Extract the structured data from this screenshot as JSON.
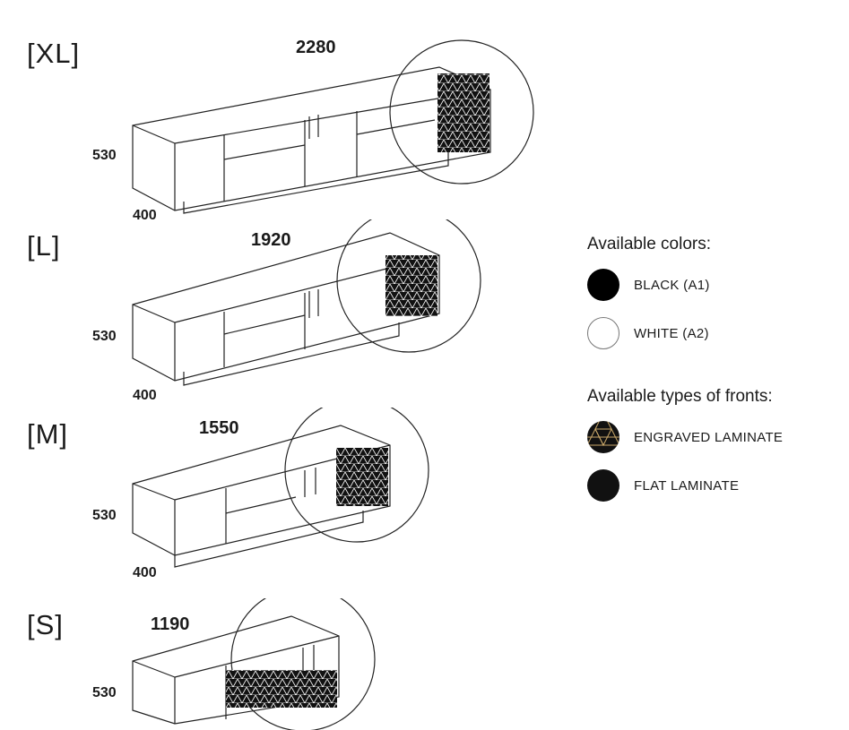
{
  "variants": [
    {
      "size": "[XL]",
      "width": "2280",
      "height": "530",
      "depth": "400"
    },
    {
      "size": "[L]",
      "width": "1920",
      "height": "530",
      "depth": "400"
    },
    {
      "size": "[M]",
      "width": "1550",
      "height": "530",
      "depth": "400"
    },
    {
      "size": "[S]",
      "width": "1190",
      "height": "530",
      "depth": ""
    }
  ],
  "legend": {
    "colors_title": "Available colors:",
    "colors": [
      {
        "label": "BLACK (A1)",
        "swatch": "#000000"
      },
      {
        "label": "WHITE (A2)",
        "swatch": "#ffffff"
      }
    ],
    "fronts_title": "Available types of fronts:",
    "fronts": [
      {
        "label": "ENGRAVED LAMINATE",
        "swatch": "#111111",
        "pattern_color": "#c9a86a"
      },
      {
        "label": "FLAT LAMINATE",
        "swatch": "#111111"
      }
    ]
  }
}
